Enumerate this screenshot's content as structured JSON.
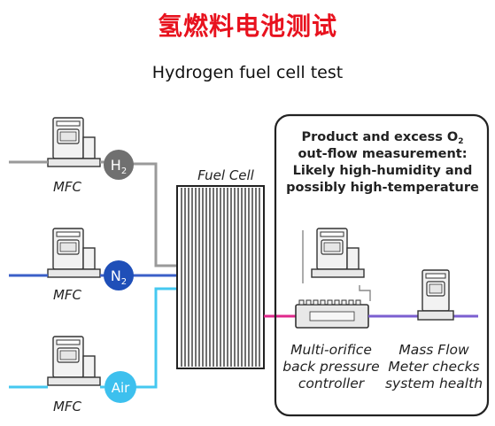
{
  "title_cn": "氢燃料电池测试",
  "title_en": "Hydrogen fuel cell test",
  "fuel_cell": {
    "label": "Fuel Cell"
  },
  "inputs": [
    {
      "device_label": "MFC",
      "gas_label": "H",
      "gas_sub": "2",
      "gas_color": "#707070",
      "line_color": "#9a9a9a"
    },
    {
      "device_label": "MFC",
      "gas_label": "N",
      "gas_sub": "2",
      "gas_color": "#1f4fb8",
      "line_color": "#3a5fc8"
    },
    {
      "device_label": "MFC",
      "gas_label": "Air",
      "gas_sub": "",
      "gas_color": "#3dc0ee",
      "line_color": "#45c8f0"
    }
  ],
  "measurement_box": {
    "line1": "Product and excess O",
    "line1_sub": "2",
    "line2": "out-flow measurement:",
    "line3": "Likely high-humidity and",
    "line4": "possibly high-temperature"
  },
  "bpc": {
    "line1": "Multi-orifice",
    "line2": "back pressure",
    "line3": "controller"
  },
  "mass_flow_meter": {
    "line1": "Mass Flow",
    "line2": "Meter checks",
    "line3": "system health"
  },
  "colors": {
    "exhaust": "#e0288c",
    "purple_flow": "#7b5fd0",
    "title_red": "#e8121e"
  }
}
